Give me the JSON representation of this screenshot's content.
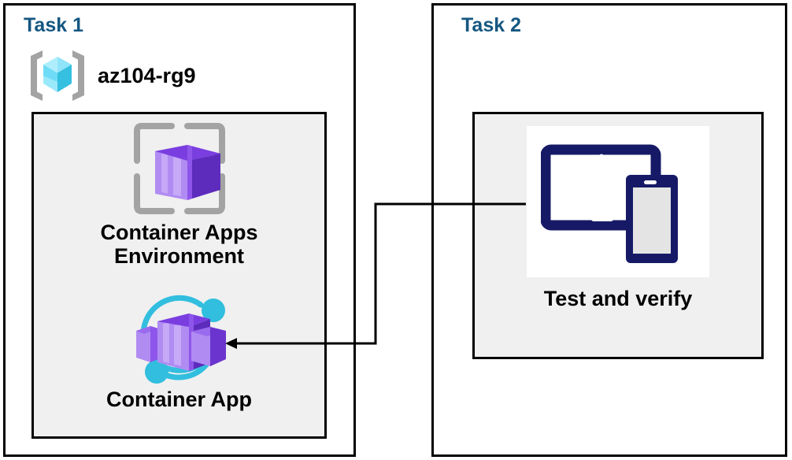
{
  "diagram": {
    "title": "Azure Container Apps task diagram",
    "background": "#ffffff",
    "panel_fill": "#f0f0f0",
    "border_color": "#000000",
    "title_color": "#155781",
    "label_color": "#000000"
  },
  "task1": {
    "title": "Task 1",
    "resource_group": {
      "label": "az104-rg9",
      "icon": "resource-group-icon",
      "icon_colors": {
        "cube_light": "#9fe7fb",
        "cube_mid": "#53d7f5",
        "cube_dark": "#32bede",
        "bracket": "#a3a3a3"
      }
    },
    "items": [
      {
        "label": "Container Apps\nEnvironment",
        "icon": "container-apps-environment-icon",
        "icon_colors": {
          "box_light": "#a87ff0",
          "box_mid": "#8a4ee6",
          "box_dark": "#5b2bb8",
          "bracket": "#a3a3a3"
        }
      },
      {
        "label": "Container App",
        "icon": "container-app-icon",
        "icon_colors": {
          "box_light": "#a87ff0",
          "box_mid": "#8a4ee6",
          "box_dark": "#5b2bb8",
          "accent": "#32bede"
        }
      }
    ]
  },
  "task2": {
    "title": "Task 2",
    "items": [
      {
        "label": "Test and verify",
        "icon": "test-and-verify-devices-icon",
        "icon_colors": {
          "device": "#161a66",
          "screen": "#ffffff",
          "phone_screen": "#e4e4e4",
          "plate": "#ffffff"
        }
      }
    ]
  },
  "connector": {
    "name": "test-to-container-app-arrow",
    "from": "Test and verify",
    "to": "Container App",
    "direction": "left",
    "color": "#000000",
    "stroke_width": 3
  }
}
